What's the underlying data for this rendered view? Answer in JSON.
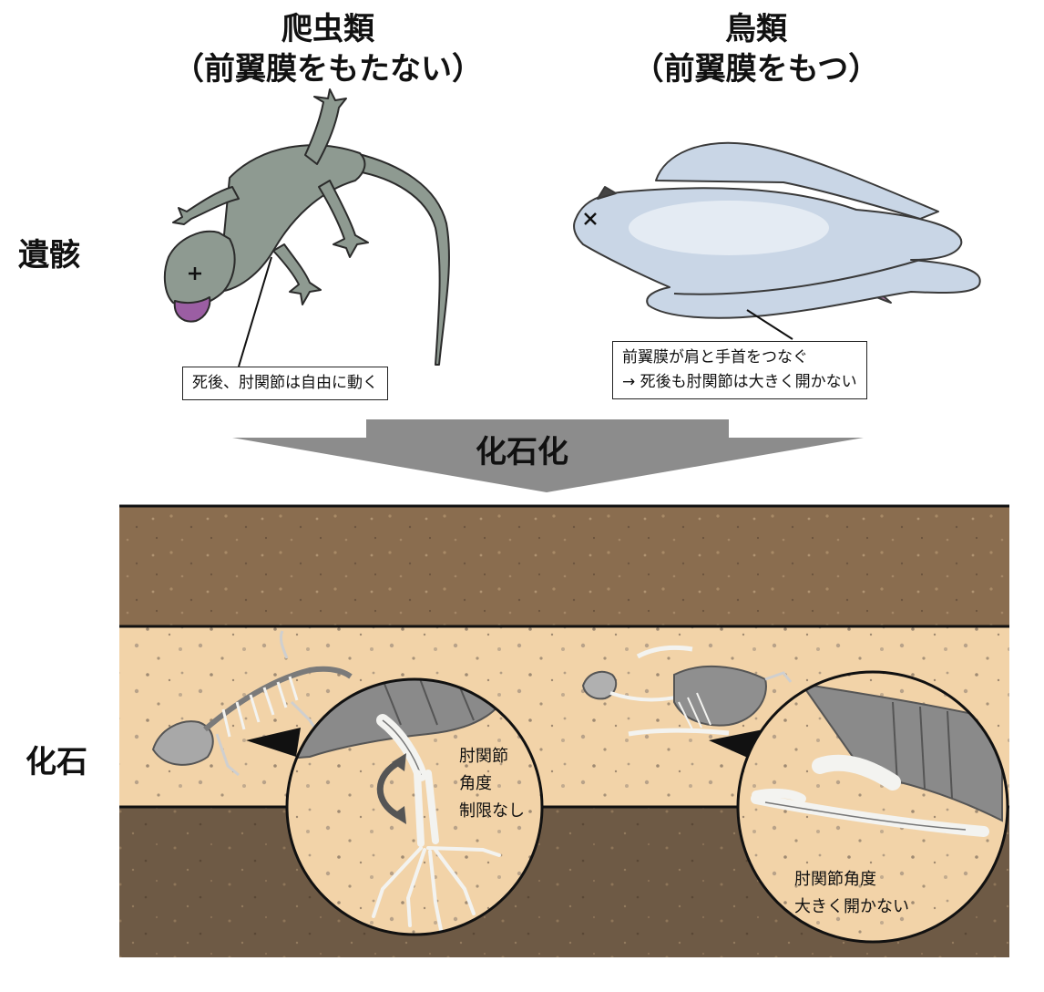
{
  "reptile": {
    "title_line1": "爬虫類",
    "title_line2": "（前翼膜をもたない）",
    "note": "死後、肘関節は自由に動く",
    "lens_text": [
      "肘関節",
      "角度",
      "制限なし"
    ]
  },
  "bird": {
    "title_line1": "鳥類",
    "title_line2": "（前翼膜をもつ）",
    "note_line1": "前翼膜が肩と手首をつなぐ",
    "note_line2": "→ 死後も肘関節は大きく開かない",
    "lens_text": [
      "肘関節角度",
      "大きく開かない"
    ]
  },
  "rows": {
    "carcass": "遺骸",
    "fossil": "化石"
  },
  "process": {
    "label": "化石化"
  },
  "colors": {
    "reptile_body": "#8e9a91",
    "bird_body": "#c9d6e6",
    "tongue": "#9b5ea3",
    "top_soil": "#8a6d4f",
    "middle_layer": "#f2d3a8",
    "bottom_soil": "#6e5a45",
    "bone": "#f3f3f0",
    "bone_gray": "#8a8a8a",
    "arrow": "#8c8c8c"
  }
}
